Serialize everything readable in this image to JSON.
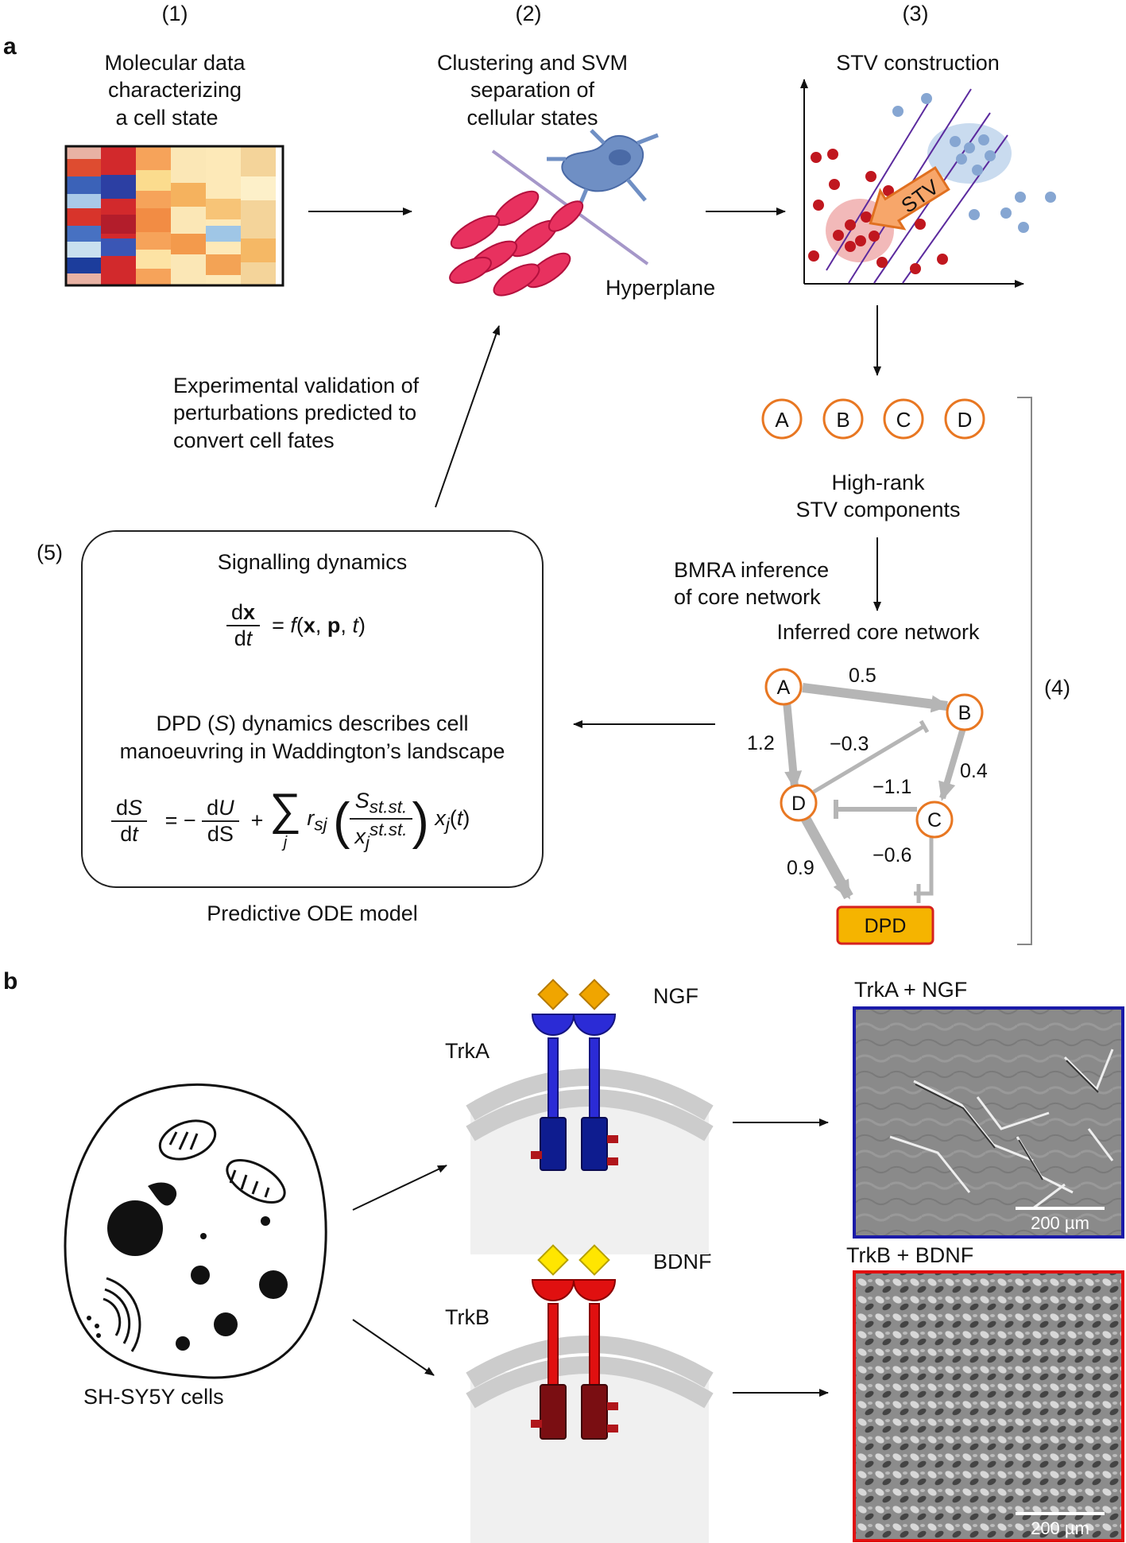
{
  "panel_a": {
    "letter": "a",
    "steps": {
      "s1": "(1)",
      "s2": "(2)",
      "s3": "(3)",
      "s4": "(4)",
      "s5": "(5)"
    },
    "molecular_label": [
      "Molecular data",
      "characterizing",
      "a cell state"
    ],
    "clustering_label": [
      "Clustering and SVM",
      "separation of",
      "cellular states"
    ],
    "hyperplane_label": "Hyperplane",
    "stv_construction_label": "STV construction",
    "stv_arrow_label": "STV",
    "components": [
      "A",
      "B",
      "C",
      "D"
    ],
    "high_rank_label": [
      "High-rank",
      "STV components"
    ],
    "bmra_label": [
      "BMRA inference",
      "of core network"
    ],
    "inferred_label": "Inferred core network",
    "network": {
      "nodes": [
        "A",
        "B",
        "C",
        "D"
      ],
      "edges": [
        {
          "from": "A",
          "to": "B",
          "weight": "0.5"
        },
        {
          "from": "A",
          "to": "D",
          "weight": "1.2"
        },
        {
          "from": "D",
          "to": "B",
          "weight": "−0.3"
        },
        {
          "from": "B",
          "to": "C",
          "weight": "0.4"
        },
        {
          "from": "C",
          "to": "D",
          "weight": "−1.1"
        },
        {
          "from": "C",
          "to": "DPD",
          "weight": "−0.6"
        },
        {
          "from": "D",
          "to": "DPD",
          "weight": "0.9"
        }
      ],
      "output": "DPD"
    },
    "validation_label": [
      "Experimental validation of",
      "perturbations predicted to",
      "convert cell fates"
    ],
    "signalling_label": "Signalling dynamics",
    "dpd_desc": [
      "DPD (S) dynamics describes cell",
      "manoeuvring in Waddington’s landscape"
    ],
    "ode_label": "Predictive ODE model",
    "colors": {
      "red_cells": "#e8315f",
      "blue_cell": "#6f8fc4",
      "node_orange": "#e87722",
      "dpd_fill": "#f5b400",
      "dpd_border": "#d6221e",
      "edge_gray": "#b5b5b5",
      "hyperplane_purple": "#5b2a9e"
    }
  },
  "panel_b": {
    "letter": "b",
    "cell_label": "SH-SY5Y cells",
    "trka_label": "TrkA",
    "ngf_label": "NGF",
    "trkb_label": "TrkB",
    "bdnf_label": "BDNF",
    "micro_top_label": "TrkA + NGF",
    "micro_bottom_label": "TrkB + BDNF",
    "scale_label": "200 µm",
    "colors": {
      "trka_blue": "#2b2bd6",
      "ngf_orange": "#f0a500",
      "trkb_red": "#e01010",
      "bdnf_yellow": "#ffe600",
      "micro_top_border": "#1a1aa8",
      "micro_bottom_border": "#e01010"
    }
  }
}
